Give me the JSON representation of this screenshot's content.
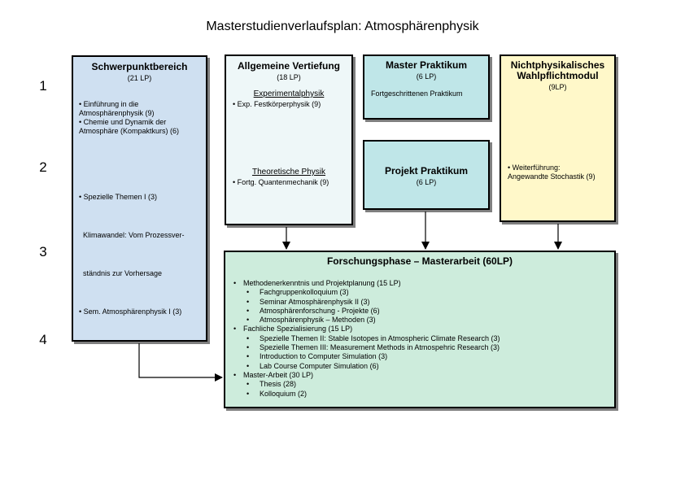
{
  "title": "Masterstudienverlaufsplan: Atmosphärenphysik",
  "semesters": [
    "1",
    "2",
    "3",
    "4"
  ],
  "schwerpunkt": {
    "heading": "Schwerpunktbereich",
    "lp": "(21 LP)",
    "items_top": [
      "• Einführung in die",
      "Atmosphärenphysik (9)",
      "• Chemie und Dynamik der",
      "Atmosphäre (Kompaktkurs) (6)"
    ],
    "items_bottom": [
      "• Spezielle Themen I (3)",
      "  Klimawandel: Vom Prozessver-",
      "  ständnis zur Vorhersage",
      "• Sem. Atmosphärenphysik I (3)"
    ]
  },
  "allgemein": {
    "heading": "Allgemeine Vertiefung",
    "lp": "(18 LP)",
    "sub1": "Experimentalphysik",
    "sub1_item": "• Exp. Festkörperphysik (9)",
    "sub2": "Theoretische Physik",
    "sub2_item": "• Fortg. Quantenmechanik (9)"
  },
  "master_praktikum": {
    "heading": "Master Praktikum",
    "lp": "(6 LP)",
    "item": "Fortgeschrittenen Praktikum"
  },
  "projekt_praktikum": {
    "heading": "Projekt Praktikum",
    "lp": "(6 LP)"
  },
  "nichtphys": {
    "heading_line1": "Nichtphysikalisches",
    "heading_line2": "Wahlpflichtmodul",
    "lp": "(9LP)",
    "item_line1": "• Weiterführung:",
    "item_line2": "Angewandte Stochastik (9)"
  },
  "forschung": {
    "heading": "Forschungsphase – Masterarbeit (60LP)",
    "groups": [
      {
        "label": "Methodenerkenntnis und Projektplanung (15 LP)",
        "items": [
          "Fachgruppenkolloquium (3)",
          "Seminar Atmosphärenphysik II (3)",
          "Atmosphärenforschung - Projekte (6)",
          "Atmosphärenphysik – Methoden (3)"
        ]
      },
      {
        "label": "Fachliche Spezialisierung (15 LP)",
        "items": [
          "Spezielle Themen II: Stable Isotopes in Atmospheric Climate Research (3)",
          "Spezielle Themen III: Measurement Methods in Atmospehric Research (3)",
          "Introduction to Computer Simulation (3)",
          "Lab Course Computer Simulation (6)"
        ]
      },
      {
        "label": "Master-Arbeit (30 LP)",
        "items": [
          "Thesis (28)",
          "Kolloquium (2)"
        ]
      }
    ]
  },
  "colors": {
    "schwerpunkt": "#cfe0f1",
    "allgemein": "#eef7f8",
    "praktikum": "#bfe6e8",
    "nichtphys": "#fff8c9",
    "forschung": "#cdecdc"
  }
}
